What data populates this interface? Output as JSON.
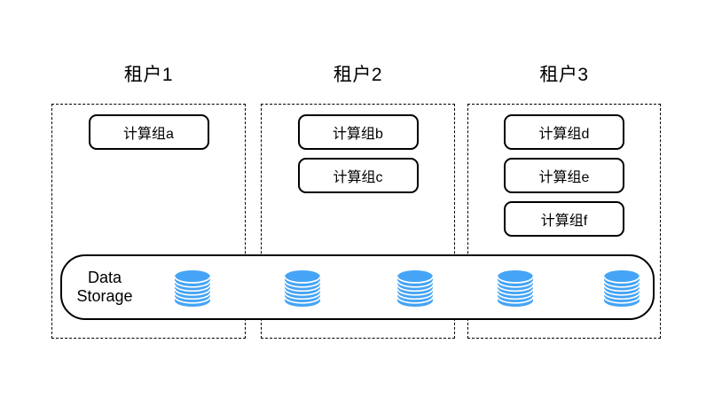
{
  "diagram_title": "",
  "tenants": [
    {
      "title": "租户1",
      "compute_groups": [
        "计算组a"
      ]
    },
    {
      "title": "租户2",
      "compute_groups": [
        "计算组b",
        "计算组c"
      ]
    },
    {
      "title": "租户3",
      "compute_groups": [
        "计算组d",
        "计算组e",
        "计算组f"
      ]
    }
  ],
  "storage": {
    "label": "Data Storage",
    "database_icon": "database-cylinder-icon",
    "database_count": 5
  },
  "colors": {
    "background": "#ffffff",
    "line": "#000000",
    "text": "#000000",
    "database_blue": "#45A4F5",
    "database_stripe": "#ffffff"
  }
}
